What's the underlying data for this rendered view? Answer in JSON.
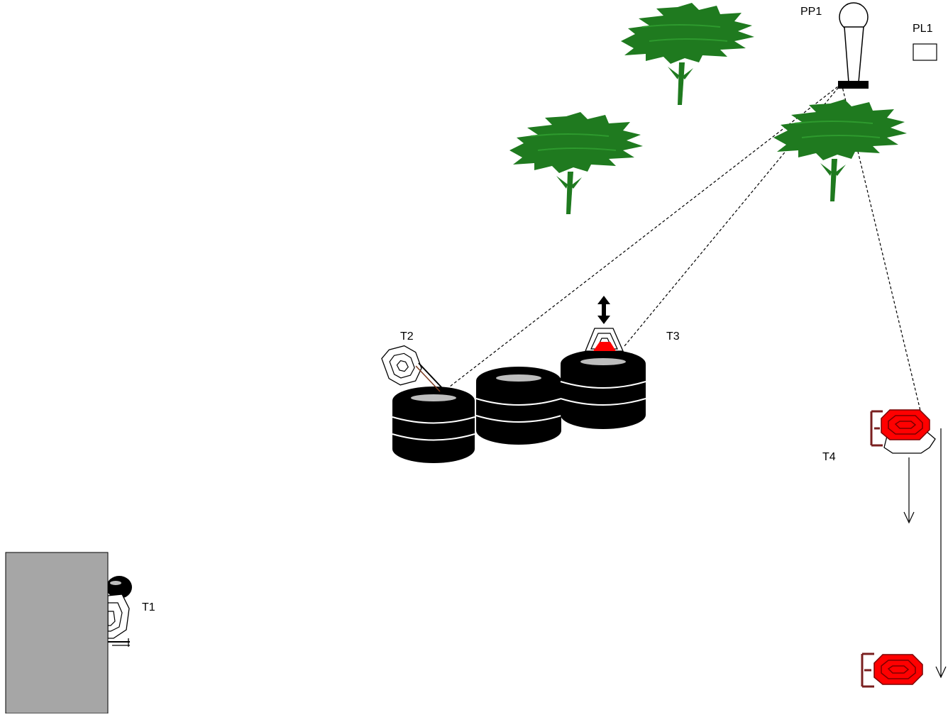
{
  "labels": {
    "pp1": "PP1",
    "pl1": "PL1",
    "t1": "T1",
    "t2": "T2",
    "t3": "T3",
    "t4": "T4"
  },
  "colors": {
    "tree": "#1f7a1f",
    "tire": "#000000",
    "tire_top": "#bdbdbd",
    "wall": "#a6a6a6",
    "target_red": "#ff0000",
    "target_frame": "#7a1f1f",
    "line": "#000000"
  },
  "icons": [
    "shooting-position-icon",
    "tree-icon",
    "tire-stack-icon",
    "steel-target-icon",
    "double-arrow-icon",
    "wall-icon"
  ]
}
